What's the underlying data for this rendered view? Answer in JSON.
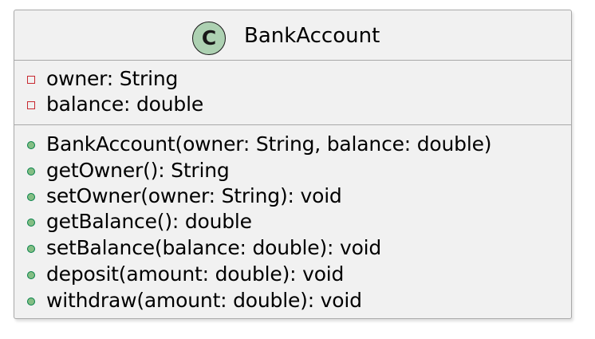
{
  "class": {
    "stereotype_letter": "C",
    "name": "BankAccount",
    "stereotype_color": "#add1b2"
  },
  "fields": [
    {
      "visibility": "private",
      "text": "owner: String"
    },
    {
      "visibility": "private",
      "text": "balance: double"
    }
  ],
  "methods": [
    {
      "visibility": "public",
      "text": "BankAccount(owner: String, balance: double)"
    },
    {
      "visibility": "public",
      "text": "getOwner(): String"
    },
    {
      "visibility": "public",
      "text": "setOwner(owner: String): void"
    },
    {
      "visibility": "public",
      "text": "getBalance(): double"
    },
    {
      "visibility": "public",
      "text": "setBalance(balance: double): void"
    },
    {
      "visibility": "public",
      "text": "deposit(amount: double): void"
    },
    {
      "visibility": "public",
      "text": "withdraw(amount: double): void"
    }
  ],
  "colors": {
    "private_marker": "#c82930",
    "public_marker": "#84be84",
    "border": "#a8a8a8",
    "background": "#f1f1f1"
  }
}
